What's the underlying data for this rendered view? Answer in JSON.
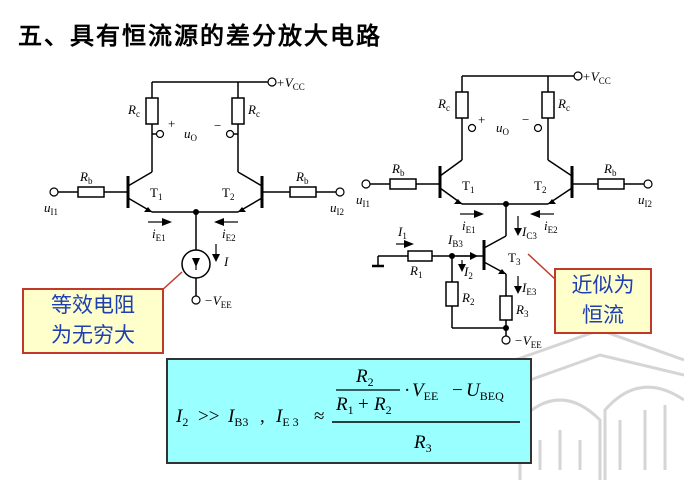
{
  "title": "五、具有恒流源的差分放大电路",
  "callouts": {
    "left": [
      "等效电阻",
      "为无穷大"
    ],
    "right": [
      "近似为",
      "恒流"
    ]
  },
  "left_circuit": {
    "vcc": "+V",
    "vcc_sub": "CC",
    "vee": "−V",
    "vee_sub": "EE",
    "rc": "R",
    "rc_sub": "c",
    "rb": "R",
    "rb_sub": "b",
    "t1": "T",
    "t1_sub": "1",
    "t2": "T",
    "t2_sub": "2",
    "uo": "u",
    "uo_sub": "O",
    "plus": "+",
    "minus": "−",
    "ie1": "i",
    "ie1_sub": "E1",
    "ie2": "i",
    "ie2_sub": "E2",
    "i": "I",
    "u11": "u",
    "u11_sub": "I1",
    "u12": "u",
    "u12_sub": "I2"
  },
  "right_circuit": {
    "vcc": "+V",
    "vcc_sub": "CC",
    "vee": "−V",
    "vee_sub": "EE",
    "rc": "R",
    "rc_sub": "c",
    "rb": "R",
    "rb_sub": "b",
    "t1": "T",
    "t1_sub": "1",
    "t2": "T",
    "t2_sub": "2",
    "t3": "T",
    "t3_sub": "3",
    "uo": "u",
    "uo_sub": "O",
    "plus": "+",
    "minus": "−",
    "ie1": "i",
    "ie1_sub": "E1",
    "ie2": "i",
    "ie2_sub": "E2",
    "ic3": "I",
    "ic3_sub": "C3",
    "ib3": "I",
    "ib3_sub": "B3",
    "i1": "I",
    "i1_sub": "1",
    "i2": "I",
    "i2_sub": "2",
    "ie3": "I",
    "ie3_sub": "E3",
    "r1": "R",
    "r1_sub": "1",
    "r2": "R",
    "r2_sub": "2",
    "r3": "R",
    "r3_sub": "3",
    "u11": "u",
    "u11_sub": "I1",
    "u12": "u",
    "u12_sub": "I2"
  },
  "formula": {
    "lhs_a": "I",
    "lhs_a_sub": "2",
    "gg": ">>",
    "lhs_b": "I",
    "lhs_b_sub": "B3",
    "sep": ",",
    "ie3": "I",
    "ie3_sub": "E 3",
    "approx": "≈",
    "num_r2": "R",
    "num_r2_sub": "2",
    "r1": "R",
    "r1_sub": "1",
    "plus": "+",
    "r2": "R",
    "r2_sub": "2",
    "dot": "·",
    "vee": "V",
    "vee_sub": "EE",
    "minus": "−",
    "ubeq": "U",
    "ubeq_sub": "BEQ",
    "den_r3": "R",
    "den_r3_sub": "3"
  }
}
